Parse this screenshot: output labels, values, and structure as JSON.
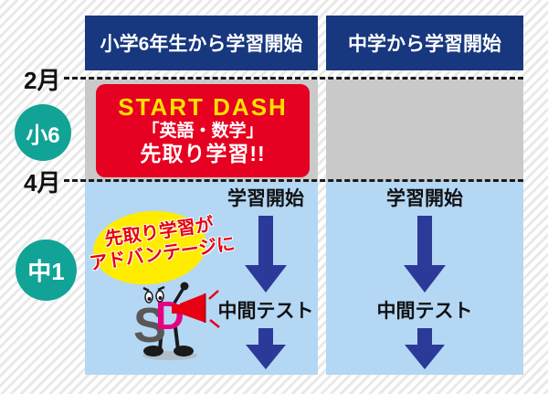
{
  "diagram": {
    "timeline": {
      "february": "2月",
      "april": "4月",
      "grade_elementary": "小6",
      "grade_junior_high": "中1"
    },
    "columns": {
      "left": {
        "header": "小学6年生から学習開始",
        "flow": {
          "start_label": "学習開始",
          "test_label": "中間テスト"
        }
      },
      "right": {
        "header": "中学から学習開始",
        "flow": {
          "start_label": "学習開始",
          "test_label": "中間テスト"
        }
      }
    },
    "start_dash_box": {
      "title": "START DASH",
      "subjects": "「英語・数学」",
      "subtitle": "先取り学習!!"
    },
    "speech_bubble": {
      "line1": "先取り学習が",
      "line2": "アドバンテージに"
    },
    "mascot": {
      "letter_s": "S",
      "letter_d": "D"
    },
    "colors": {
      "header_blue": "#17377e",
      "arrow_blue": "#2b3a99",
      "past_band_gray": "#c9c9c9",
      "current_band_blue": "#b4d7f4",
      "accent_red": "#e60021",
      "highlight_yellow": "#ffe100",
      "grade_badge_teal": "#12a397",
      "bubble_yellow": "#ffec00",
      "bubble_text_red": "#e60012",
      "mascot_pink": "#e4007f",
      "mascot_gray": "#595757"
    }
  }
}
